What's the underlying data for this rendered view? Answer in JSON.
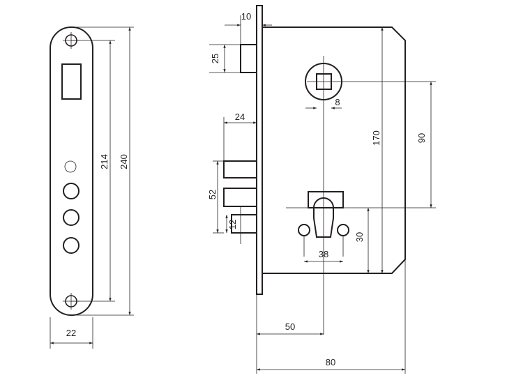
{
  "dimensions": {
    "bolt_offset": "10",
    "bolt_height": "25",
    "latch_depth": "24",
    "latch_span": "52",
    "latch_small": "12",
    "spindle": "8",
    "center_distance": "90",
    "body_height": "170",
    "cylinder_height": "30",
    "cylinder_width": "38",
    "backset": "50",
    "case_depth": "80",
    "faceplate_hole_distance": "214",
    "faceplate_length": "240",
    "faceplate_width": "22"
  },
  "colors": {
    "line": "#231f20",
    "background": "#ffffff"
  }
}
